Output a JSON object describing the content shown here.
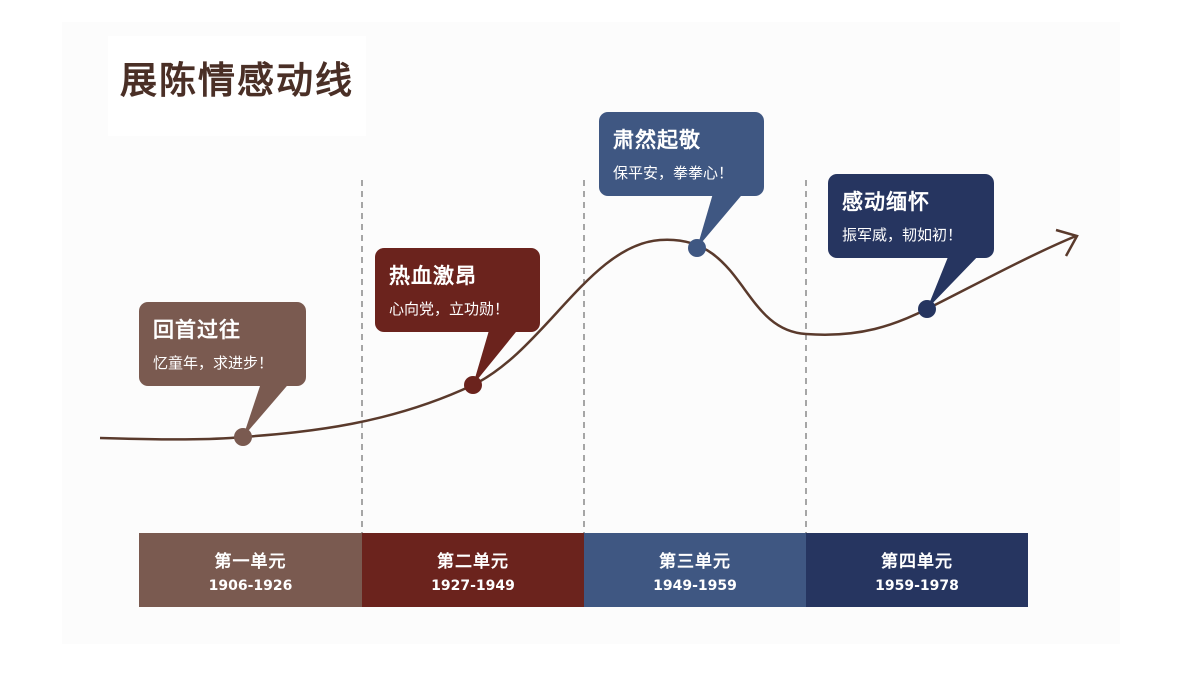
{
  "title": "展陈情感动线",
  "colors": {
    "unit1": "#7a5a50",
    "unit2": "#6b231d",
    "unit3": "#3f5782",
    "unit4": "#263560",
    "curve": "#5a3a2c",
    "divider": "#8a8a8a",
    "title_text": "#4a2f26"
  },
  "callouts": [
    {
      "title": "回首过往",
      "subtitle": "忆童年，求进步！"
    },
    {
      "title": "热血激昂",
      "subtitle": "心向党，立功勋！"
    },
    {
      "title": "肃然起敬",
      "subtitle": "保平安，拳拳心！"
    },
    {
      "title": "感动缅怀",
      "subtitle": "振军威，韧如初！"
    }
  ],
  "units": [
    {
      "label": "第一单元",
      "years": "1906-1926"
    },
    {
      "label": "第二单元",
      "years": "1927-1949"
    },
    {
      "label": "第三单元",
      "years": "1949-1959"
    },
    {
      "label": "第四单元",
      "years": "1959-1978"
    }
  ]
}
